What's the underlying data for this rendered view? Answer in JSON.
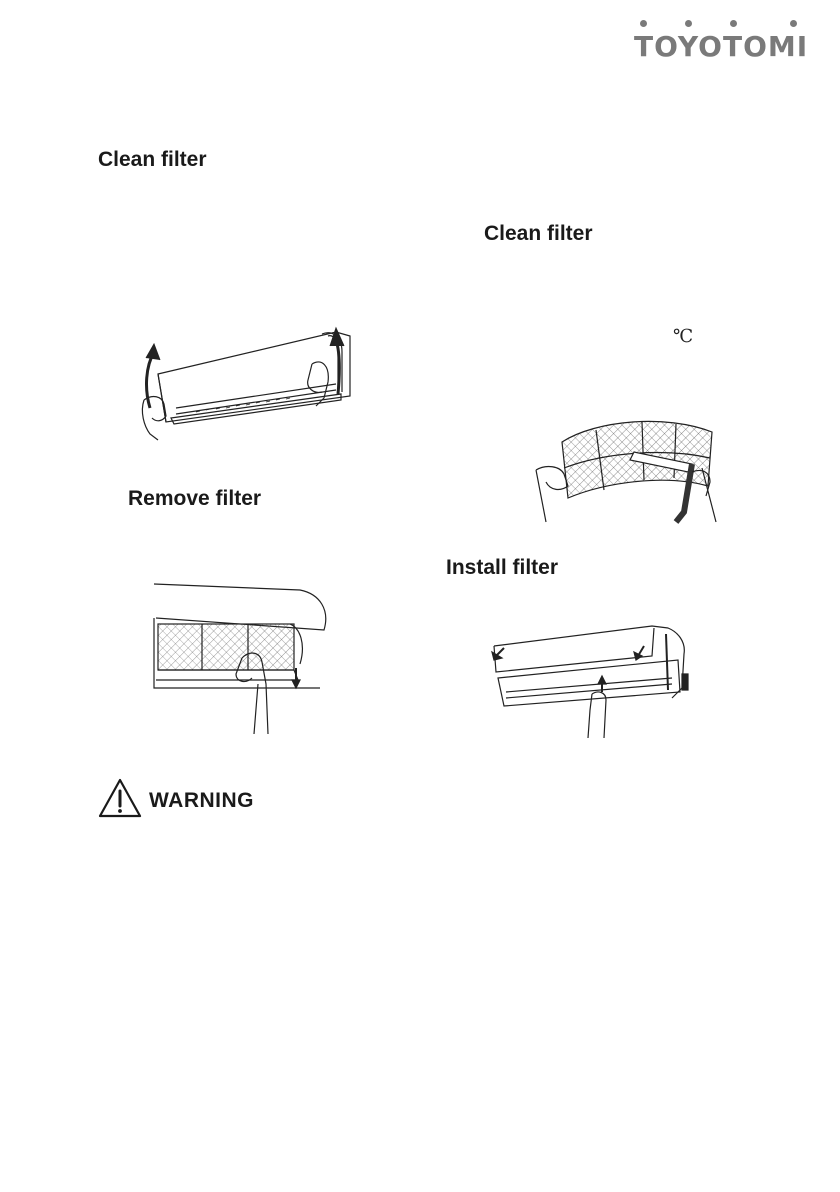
{
  "brand": {
    "logo_text": "TOYOTOMI"
  },
  "sections": {
    "clean_filter_left": "Clean filter",
    "clean_filter_right": "Clean filter",
    "remove_filter": "Remove filter",
    "install_filter": "Install filter"
  },
  "temperature_unit": "℃",
  "warning": {
    "label": "WARNING",
    "icon": "warning-triangle-icon"
  },
  "colors": {
    "logo": "#7a7a7a",
    "text": "#1a1a1a"
  }
}
